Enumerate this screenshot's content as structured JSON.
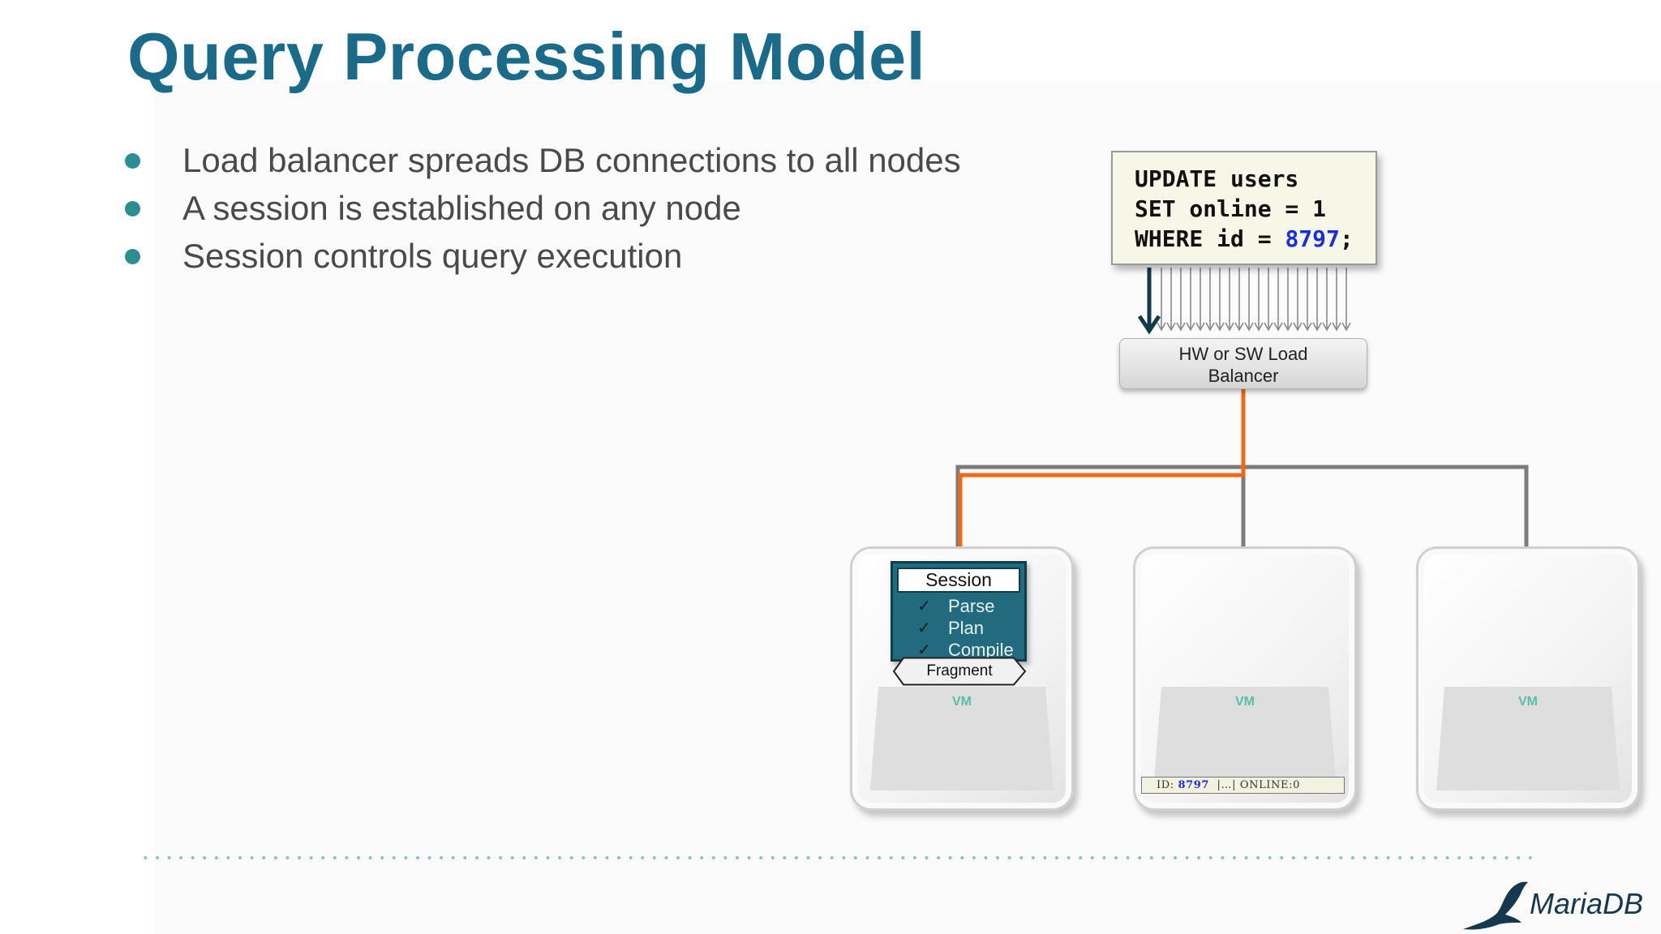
{
  "title": "Query Processing Model",
  "bullets": [
    "Load balancer spreads DB connections to all nodes",
    "A session is established on any node",
    "Session controls query execution"
  ],
  "sql": {
    "line1": "UPDATE users",
    "line2_prefix": "SET online = 1",
    "line3_prefix": "WHERE id = ",
    "line3_value": "8797",
    "line3_suffix": ";"
  },
  "load_balancer": {
    "line1": "HW or SW Load",
    "line2": "Balancer"
  },
  "session": {
    "title": "Session",
    "steps": [
      "Parse",
      "Plan",
      "Compile"
    ],
    "check_glyph": "✓",
    "fragment": "Fragment"
  },
  "nodes": [
    {
      "vm_label": "VM"
    },
    {
      "vm_label": "VM"
    },
    {
      "vm_label": "VM"
    }
  ],
  "row_strip": {
    "id_label": "ID:",
    "id_value": "8797",
    "separator": "|…|",
    "online_text": "ONLINE:0"
  },
  "logo": {
    "text": "MariaDB"
  },
  "colors": {
    "title": "#1a6a8a",
    "bullet_dot": "#2b8f92",
    "active_path": "#ef6a16",
    "inactive_path": "#7b7b7b",
    "session_fill": "#226a7d",
    "vm_label": "#58c0a8",
    "sql_number": "#1a2ee0"
  }
}
